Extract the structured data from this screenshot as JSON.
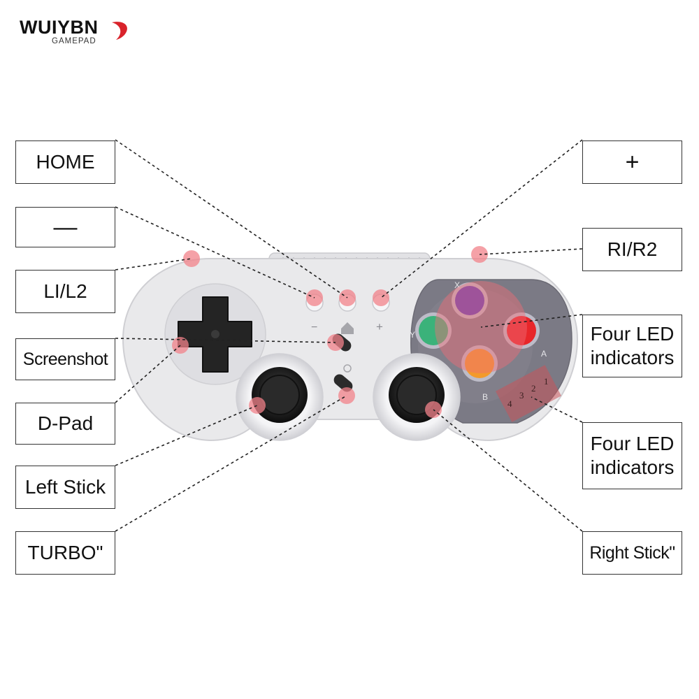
{
  "logo": {
    "brand": "WUIYBN",
    "sub": "GAMEPAD"
  },
  "labels": {
    "home": "HOME",
    "minus": "—",
    "l1l2": "LI/L2",
    "screenshot": "Screenshot",
    "dpad": "D-Pad",
    "left_stick": "Left Stick",
    "turbo": "TURBO\"",
    "plus": "+",
    "r1r2": "RI/R2",
    "led_top": "Four LED indicators",
    "led_bottom": "Four LED indicators",
    "right_stick": "Right Stick\""
  },
  "face_buttons": {
    "x": "X",
    "y": "Y",
    "a": "A",
    "b": "B"
  },
  "led_numbers": [
    "1",
    "2",
    "3",
    "4"
  ],
  "controller_marks": {
    "minus": "−",
    "plus": "+"
  },
  "colors": {
    "body": "#e9e9eb",
    "face_plate": "#7b7a85",
    "button_x": "#5b3fb8",
    "button_y": "#3bb27a",
    "button_a": "#e8262a",
    "button_b": "#f39a2b",
    "hotspot": "#f2828a",
    "logo_red": "#d9232b"
  }
}
